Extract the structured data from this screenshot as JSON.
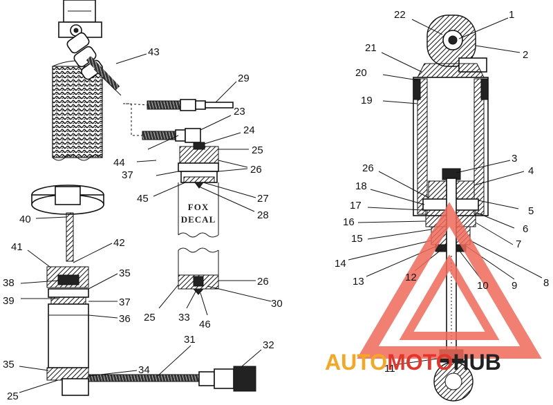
{
  "decal": {
    "line1": "FOX",
    "line2": "DECAL"
  },
  "watermark": {
    "auto": "AUTO",
    "moto": "MOTO",
    "hub": "HUB",
    "colors": {
      "auto": "#f5a623",
      "moto": "#e4352b",
      "hub": "#222222",
      "triangle": "#ef6a5a"
    }
  },
  "callouts": {
    "left": [
      "43",
      "29",
      "23",
      "24",
      "25",
      "26",
      "37",
      "44",
      "45",
      "27",
      "28",
      "40",
      "42",
      "41",
      "38",
      "35",
      "39",
      "37",
      "36",
      "26",
      "25",
      "33",
      "46",
      "30",
      "31",
      "32",
      "35",
      "34",
      "25"
    ],
    "right": [
      "22",
      "1",
      "21",
      "2",
      "20",
      "19",
      "3",
      "26",
      "4",
      "18",
      "5",
      "17",
      "6",
      "16",
      "7",
      "15",
      "14",
      "8",
      "12",
      "13",
      "9",
      "10",
      "11"
    ]
  }
}
